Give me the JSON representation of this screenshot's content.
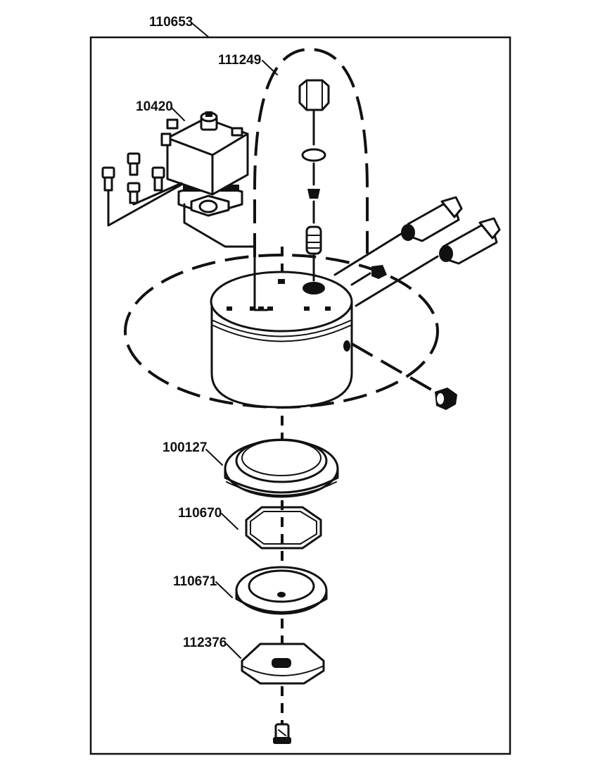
{
  "diagram": {
    "labels": {
      "assembly": "110653",
      "cap_group": "111249",
      "solenoid_valve": "10420",
      "ring_outer": "100127",
      "gasket": "110670",
      "seal_ring": "110671",
      "shower_disc": "112376"
    }
  }
}
